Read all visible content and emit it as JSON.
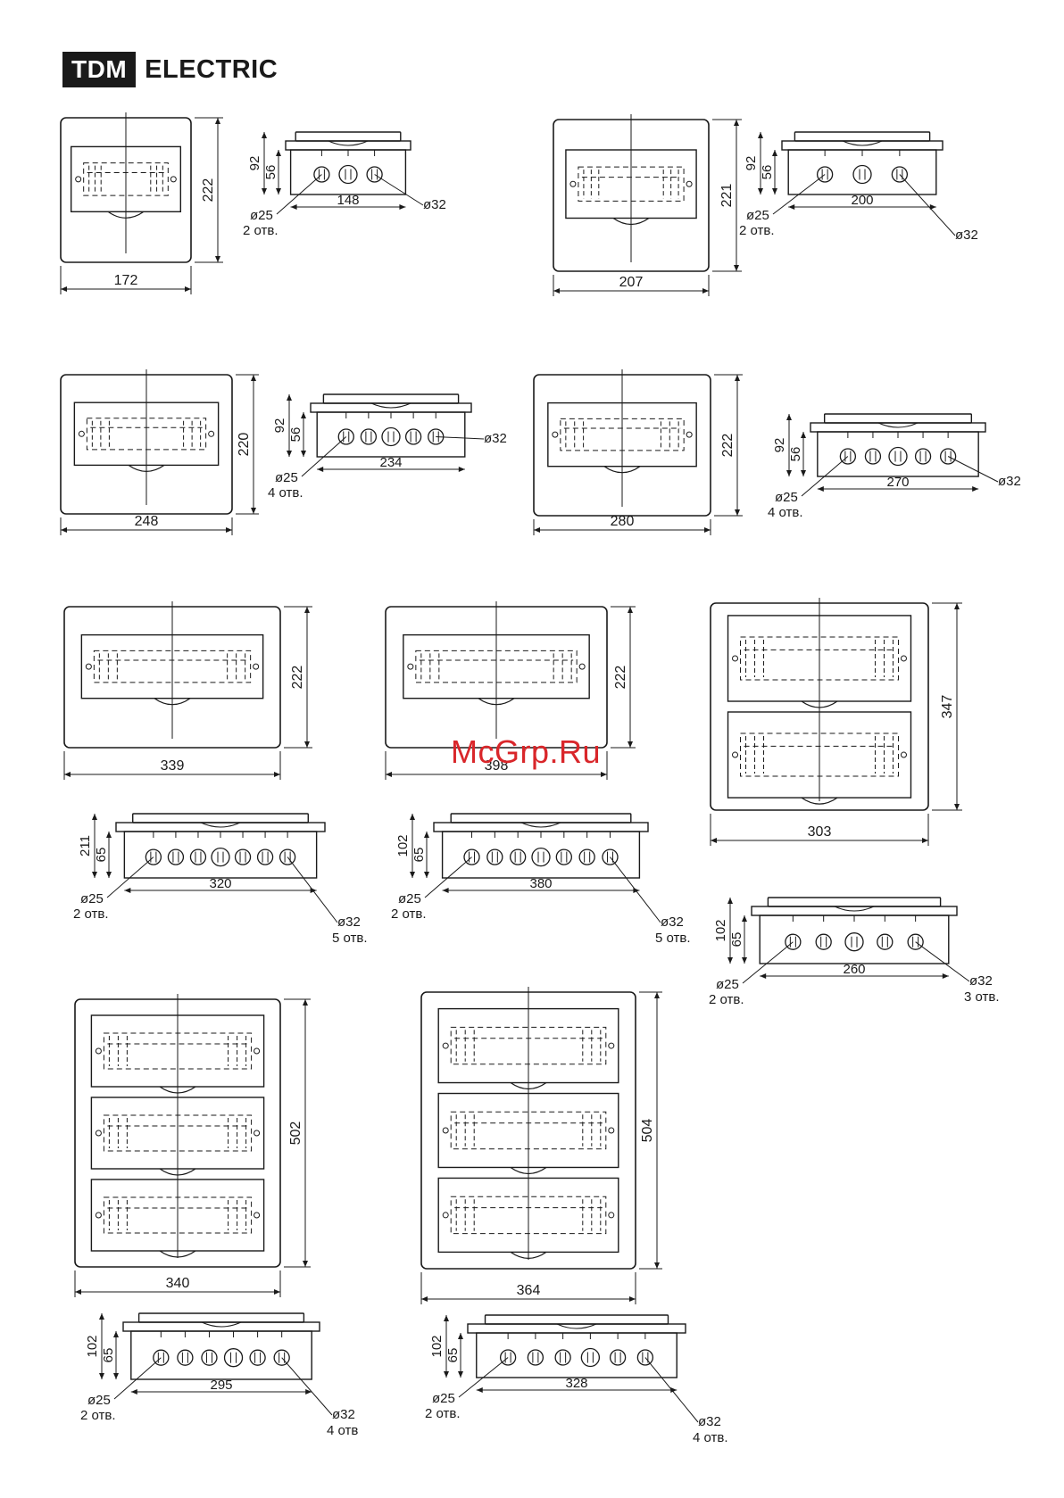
{
  "brand": {
    "mark": "TDM",
    "word": "ELECTRIC"
  },
  "watermark": "McGrp.Ru",
  "colors": {
    "line": "#1a1a1a",
    "watermark": "#d9262a",
    "logo_bg": "#1a1a1a",
    "logo_text": "#ffffff"
  },
  "units": {
    "u1": {
      "front_width": "172",
      "front_height": "222",
      "depth_total": "92",
      "depth_inner": "56",
      "inner_width": "148",
      "hole_small": "ø25",
      "hole_small_count": "2 отв.",
      "hole_large": "ø32"
    },
    "u2": {
      "front_width": "207",
      "front_height": "221",
      "depth_total": "92",
      "depth_inner": "56",
      "inner_width": "200",
      "hole_small": "ø25",
      "hole_small_count": "2 отв.",
      "hole_large": "ø32"
    },
    "u3": {
      "front_width": "248",
      "front_height": "220",
      "depth_total": "92",
      "depth_inner": "56",
      "inner_width": "234",
      "hole_small": "ø25",
      "hole_small_count": "4 отв.",
      "hole_large": "ø32"
    },
    "u4": {
      "front_width": "280",
      "front_height": "222",
      "depth_total": "92",
      "depth_inner": "56",
      "inner_width": "270",
      "hole_small": "ø25",
      "hole_small_count": "4 отв.",
      "hole_large": "ø32"
    },
    "u5": {
      "front_width": "339",
      "front_height": "222",
      "depth_total": "211",
      "depth_inner": "65",
      "inner_width": "320",
      "hole_small": "ø25",
      "hole_small_count": "2 отв.",
      "hole_large": "ø32",
      "hole_large_count": "5 отв."
    },
    "u6": {
      "front_width": "398",
      "front_height": "222",
      "depth_total": "102",
      "depth_inner": "65",
      "inner_width": "380",
      "hole_small": "ø25",
      "hole_small_count": "2 отв.",
      "hole_large": "ø32",
      "hole_large_count": "5 отв."
    },
    "u7": {
      "front_width": "303",
      "front_height": "347",
      "depth_total": "102",
      "depth_inner": "65",
      "inner_width": "260",
      "hole_small": "ø25",
      "hole_small_count": "2 отв.",
      "hole_large": "ø32",
      "hole_large_count": "3 отв."
    },
    "u8": {
      "front_width": "340",
      "front_height": "502",
      "depth_total": "102",
      "depth_inner": "65",
      "inner_width": "295",
      "hole_small": "ø25",
      "hole_small_count": "2 отв.",
      "hole_large": "ø32",
      "hole_large_count": "4 отв"
    },
    "u9": {
      "front_width": "364",
      "front_height": "504",
      "depth_total": "102",
      "depth_inner": "65",
      "inner_width": "328",
      "hole_small": "ø25",
      "hole_small_count": "2 отв.",
      "hole_large": "ø32",
      "hole_large_count": "4 отв."
    }
  }
}
